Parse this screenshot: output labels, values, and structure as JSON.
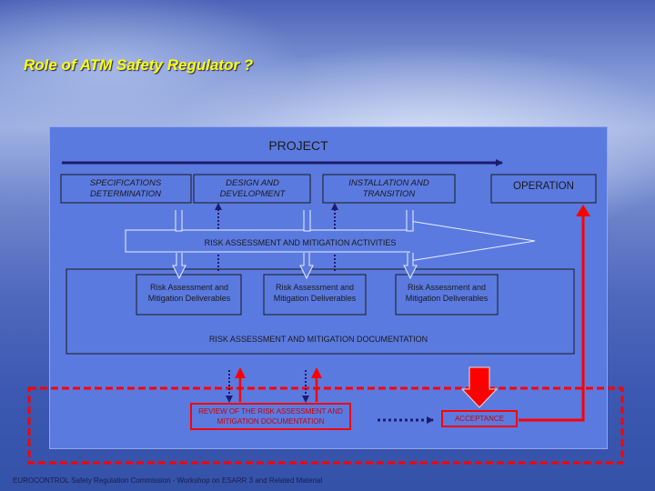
{
  "title": "Role of ATM Safety Regulator ?",
  "project_label": "PROJECT",
  "phases": [
    {
      "label": "SPECIFICATIONS DETERMINATION"
    },
    {
      "label": "DESIGN AND DEVELOPMENT"
    },
    {
      "label": "INSTALLATION AND TRANSITION"
    },
    {
      "label": "OPERATION"
    }
  ],
  "risk_activities_label": "RISK ASSESSMENT AND MITIGATION ACTIVITIES",
  "deliverables": [
    {
      "label": "Risk Assessment and Mitigation Deliverables"
    },
    {
      "label": "Risk Assessment and Mitigation Deliverables"
    },
    {
      "label": "Risk Assessment and Mitigation Deliverables"
    }
  ],
  "documentation_label": "RISK ASSESSMENT AND MITIGATION DOCUMENTATION",
  "review_label": "REVIEW OF THE RISK ASSESSMENT AND MITIGATION DOCUMENTATION",
  "acceptance_label": "ACCEPTANCE",
  "footer": "EUROCONTROL Safety Regulation Commission - Workshop on ESARR 3 and Related Material",
  "colors": {
    "title": "#ffff00",
    "panel": "#5b7ae0",
    "regulator": "#ff0000",
    "navy": "#1c1c6e"
  }
}
